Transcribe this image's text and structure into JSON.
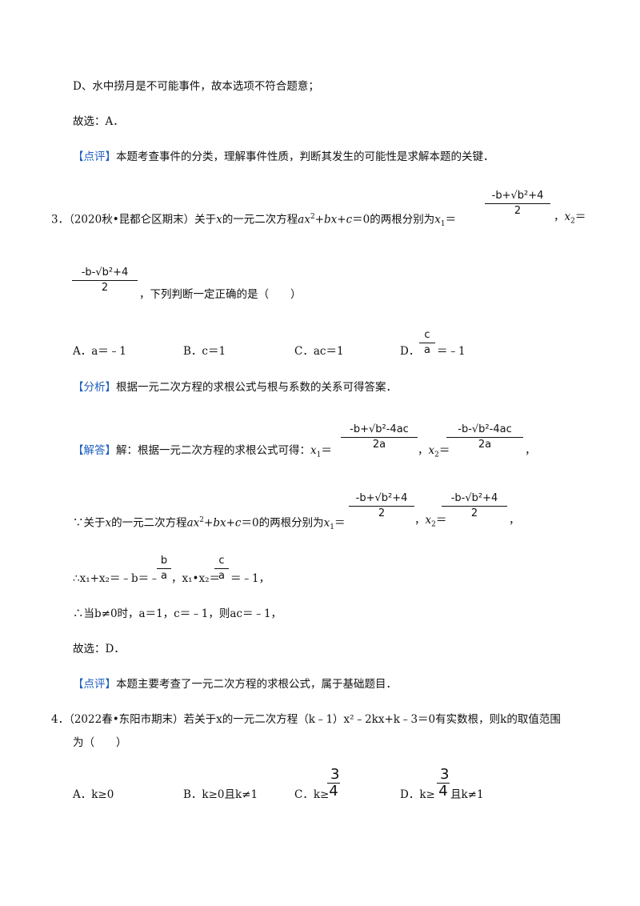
{
  "prev": {
    "d_line": "D、水中捞月是不可能事件，故本选项不符合题意；",
    "answer": "故选：A．",
    "comment_tag": "【点评】",
    "comment_text": "本题考查事件的分类，理解事件性质，判断其发生的可能性是求解本题的关键．"
  },
  "q3": {
    "number": "3．",
    "source": "（2020秋•昆都仑区期末）",
    "text_a": "关于",
    "text_b": "的一元二次方程",
    "text_c": "＝0的两根分别为",
    "x1_label": "x",
    "x1_sub": "1",
    "eq": "＝",
    "comma": "，",
    "x2_label": "x",
    "x2_sub": "2",
    "frac_plus_num": "-b+√b²+4",
    "frac_minus_num": "-b-√b²+4",
    "frac_den": "2",
    "tail": "，下列判断一定正确的是（　　）",
    "options": {
      "a": "A．a＝﹣1",
      "b": "B．c＝1",
      "c": "C．ac＝1",
      "d_prefix": "D．",
      "d_frac_num": "c",
      "d_frac_den": "a",
      "d_suffix": "＝﹣1"
    },
    "analysis_tag": "【分析】",
    "analysis_text": "根据一元二次方程的求根公式与根与系数的关系可得答案．",
    "solution_tag": "【解答】",
    "solution_text": "解：根据一元二次方程的求根公式可得：",
    "frac_4ac_plus": "-b+√b²-4ac",
    "frac_4ac_minus": "-b-√b²-4ac",
    "frac_4ac_den": "2a",
    "because_prefix": "∵关于",
    "because_text": "的一元二次方程",
    "because_tail": "＝0的两根分别为",
    "therefore_line_a": "∴x₁+x₂＝﹣b＝﹣",
    "frac_b_num": "b",
    "frac_b_den": "a",
    "therefore_line_b": "，x₁•x₂＝",
    "frac_c_num": "c",
    "frac_c_den": "a",
    "therefore_line_c": "＝﹣1，",
    "conclusion": "∴当b≠0时，a＝1，c＝﹣1，则ac＝﹣1，",
    "answer": "故选：D．",
    "comment_tag": "【点评】",
    "comment_text": "本题主要考查了一元二次方程的求根公式，属于基础题目．"
  },
  "q4": {
    "number": "4．",
    "source": "（2022春•东阳市期末）",
    "text": "若关于x的一元二次方程（k﹣1）x²﹣2kx+k﹣3＝0有实数根，则k的取值范围",
    "text2": "为（　　）",
    "options": {
      "a": "A．k≥0",
      "b": "B．k≥0且k≠1",
      "c_prefix": "C．k≥",
      "d_prefix": "D．k≥",
      "frac_num": "3",
      "frac_den": "4",
      "d_suffix": "且k≠1"
    }
  }
}
